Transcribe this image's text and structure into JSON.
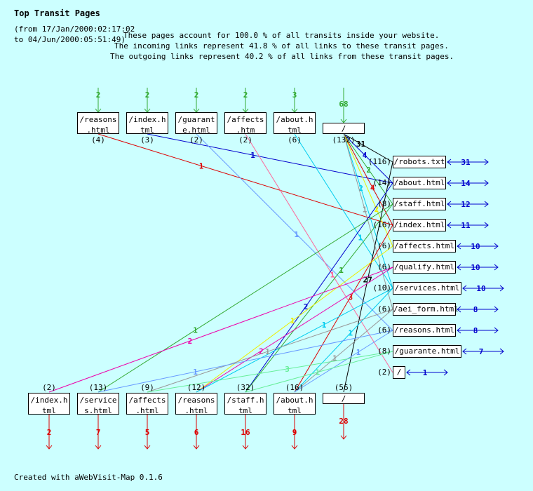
{
  "title": "Top Transit Pages",
  "period": {
    "line1": "(from 17/Jan/2000:02:17:02",
    "line2": "to 04/Jun/2000:05:51:49)"
  },
  "summary": {
    "line1": "These pages account for 100.0 % of all transits inside your website.",
    "line2": "The incoming links represent 41.8 % of all links to these transit pages.",
    "line3": "The outgoing links represent 40.2 % of all links from these transit pages."
  },
  "footer": "Created with aWebVisit-Map 0.1.6",
  "colors": {
    "background": "#ccffff",
    "incoming": "#33aa33",
    "outgoing": "#dd0000",
    "self": "#0000cc"
  },
  "top_pages": [
    {
      "label": "/reasons\n.html",
      "count": "(4)",
      "in": "2"
    },
    {
      "label": "/index.h\ntml",
      "count": "(3)",
      "in": "2"
    },
    {
      "label": "/guarant\ne.html",
      "count": "(2)",
      "in": "2"
    },
    {
      "label": "/affects\n.htm",
      "count": "(2)",
      "in": "2"
    },
    {
      "label": "/about.h\ntml",
      "count": "(6)",
      "in": "3"
    },
    {
      "label": "/",
      "count": "(132)",
      "in": "68"
    }
  ],
  "mid_pages": [
    {
      "label": "/robots.txt",
      "count": "(116)",
      "self": "31"
    },
    {
      "label": "/about.html",
      "count": "(14)",
      "self": "14"
    },
    {
      "label": "/staff.html",
      "count": "(8)",
      "self": "12"
    },
    {
      "label": "/index.html",
      "count": "(16)",
      "self": "11"
    },
    {
      "label": "/affects.html",
      "count": "(6)",
      "self": "10"
    },
    {
      "label": "/qualify.html",
      "count": "(6)",
      "self": "10"
    },
    {
      "label": "/services.html",
      "count": "(10)",
      "self": "10"
    },
    {
      "label": "/aei_form.html",
      "count": "(6)",
      "self": "8"
    },
    {
      "label": "/reasons.html",
      "count": "(6)",
      "self": "8"
    },
    {
      "label": "/guarante.html",
      "count": "(8)",
      "self": "7"
    },
    {
      "label": "/",
      "count": "(2)",
      "self": "1"
    }
  ],
  "bottom_pages": [
    {
      "label": "/index.h\ntml",
      "count": "(2)",
      "out": "2"
    },
    {
      "label": "/service\ns.html",
      "count": "(13)",
      "out": "7"
    },
    {
      "label": "/affects\n.html",
      "count": "(9)",
      "out": "5"
    },
    {
      "label": "/reasons\n.html",
      "count": "(12)",
      "out": "6"
    },
    {
      "label": "/staff.h\ntml",
      "count": "(32)",
      "out": "16"
    },
    {
      "label": "/about.h\ntml",
      "count": "(16)",
      "out": "9"
    },
    {
      "label": "/",
      "count": "(56)",
      "out": "28"
    }
  ],
  "links": [
    {
      "from": "top:0",
      "to": "mid:3",
      "value": "1",
      "color": "#dd0000"
    },
    {
      "from": "top:1",
      "to": "mid:1",
      "value": "1",
      "color": "#0000cc"
    },
    {
      "from": "top:2",
      "to": "mid:8",
      "value": "1",
      "color": "#6699ff"
    },
    {
      "from": "top:3",
      "to": "mid:10",
      "value": "1",
      "color": "#ff6699"
    },
    {
      "from": "top:4",
      "to": "mid:6",
      "value": "1",
      "color": "#00ccee"
    },
    {
      "from": "top:5",
      "to": "mid:0",
      "value": "31",
      "color": "#000000"
    },
    {
      "from": "top:5",
      "to": "mid:1",
      "value": "4",
      "color": "#0000cc"
    },
    {
      "from": "top:5",
      "to": "mid:2",
      "value": "2",
      "color": "#33aa33"
    },
    {
      "from": "top:5",
      "to": "mid:3",
      "value": "4",
      "color": "#dd0000"
    },
    {
      "from": "top:5",
      "to": "mid:4",
      "value": "2",
      "color": "#eeee00"
    },
    {
      "from": "top:5",
      "to": "mid:6",
      "value": "2",
      "color": "#00ccee"
    },
    {
      "from": "top:5",
      "to": "mid:7",
      "value": "1",
      "color": "#999999"
    },
    {
      "from": "mid:0",
      "to": "bottom:6",
      "value": "27",
      "color": "#000000"
    },
    {
      "from": "mid:1",
      "to": "bottom:4",
      "value": "2",
      "color": "#0000cc"
    },
    {
      "from": "mid:2",
      "to": "bottom:1",
      "value": "1",
      "color": "#33aa33"
    },
    {
      "from": "mid:2",
      "to": "bottom:4",
      "value": "1",
      "color": "#33aa33"
    },
    {
      "from": "mid:3",
      "to": "bottom:5",
      "value": "3",
      "color": "#dd0000"
    },
    {
      "from": "mid:4",
      "to": "bottom:3",
      "value": "1",
      "color": "#eeee00"
    },
    {
      "from": "mid:5",
      "to": "bottom:0",
      "value": "2",
      "color": "#ee00aa"
    },
    {
      "from": "mid:5",
      "to": "bottom:3",
      "value": "2",
      "color": "#ee00aa"
    },
    {
      "from": "mid:6",
      "to": "bottom:3",
      "value": "1",
      "color": "#00ccee"
    },
    {
      "from": "mid:6",
      "to": "bottom:5",
      "value": "1",
      "color": "#00ccee"
    },
    {
      "from": "mid:7",
      "to": "bottom:2",
      "value": "1",
      "color": "#999999"
    },
    {
      "from": "mid:7",
      "to": "bottom:5",
      "value": "1",
      "color": "#999999"
    },
    {
      "from": "mid:8",
      "to": "bottom:1",
      "value": "1",
      "color": "#6699ff"
    },
    {
      "from": "mid:8",
      "to": "bottom:5",
      "value": "1",
      "color": "#6699ff"
    },
    {
      "from": "mid:9",
      "to": "bottom:2",
      "value": "3",
      "color": "#66ee99"
    },
    {
      "from": "mid:9",
      "to": "bottom:4",
      "value": "1",
      "color": "#66ee99"
    }
  ]
}
